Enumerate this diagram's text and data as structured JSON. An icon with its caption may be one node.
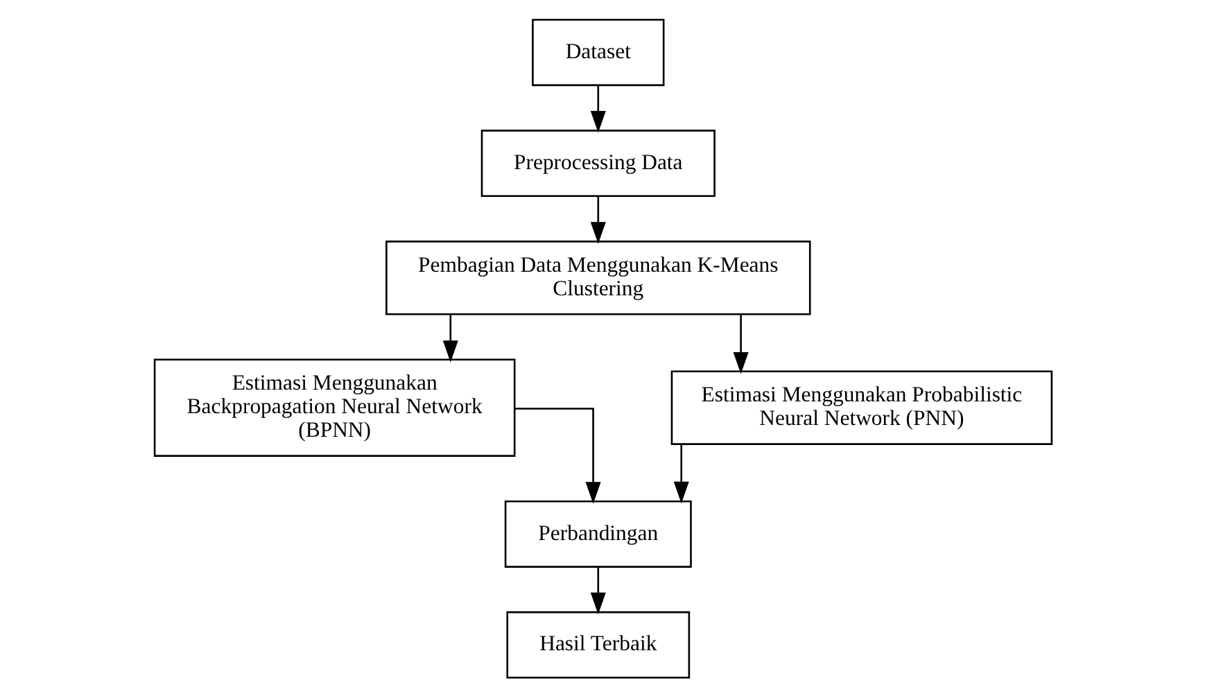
{
  "diagram": {
    "nodes": [
      {
        "text": [
          "Dataset"
        ]
      },
      {
        "text": [
          "Preprocessing Data"
        ]
      },
      {
        "text": [
          "Pembagian Data Menggunakan K-Means Clustering"
        ]
      },
      {
        "text": [
          "Estimasi Menggunakan Backpropagation Neural Network (BPNN)"
        ]
      },
      {
        "text": [
          "Estimasi Menggunakan Probabilistic Neural Network (PNN)"
        ]
      },
      {
        "text": [
          "Perbandingan"
        ]
      },
      {
        "text": [
          "Hasil Terbaik"
        ]
      }
    ],
    "edges": [
      {
        "from": 0,
        "to": 1,
        "arrow": "to"
      },
      {
        "from": 1,
        "to": 2,
        "arrow": "to"
      },
      {
        "from": 2,
        "to": 3,
        "arrow": "to"
      },
      {
        "from": 2,
        "to": 4,
        "arrow": "to"
      },
      {
        "from": 3,
        "to": 5,
        "arrow": "to"
      },
      {
        "from": 4,
        "to": 5,
        "arrow": "to"
      },
      {
        "from": 5,
        "to": 6,
        "arrow": "to"
      }
    ]
  }
}
